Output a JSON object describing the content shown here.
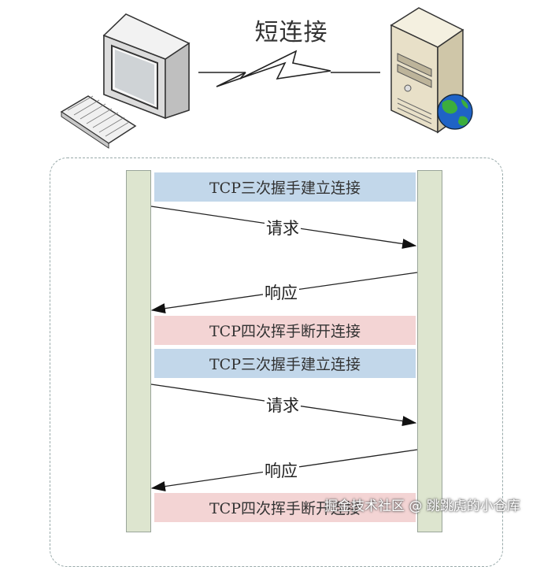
{
  "title": "短连接",
  "cycles": [
    {
      "open": "TCP三次握手建立连接",
      "request": "请求",
      "response": "响应",
      "close": "TCP四次挥手断开连接"
    },
    {
      "open": "TCP三次握手建立连接",
      "request": "请求",
      "response": "响应",
      "close": "TCP四次挥手断开连接"
    }
  ],
  "colors": {
    "open_bar": "#c2d7ea",
    "close_bar": "#f3d4d4",
    "lane": "#dde5cf"
  },
  "icons": [
    "computer-icon",
    "keyboard-icon",
    "lightning-icon",
    "server-icon",
    "globe-icon"
  ],
  "watermark": "掘金技术社区 @ 跳跳虎的小仓库"
}
